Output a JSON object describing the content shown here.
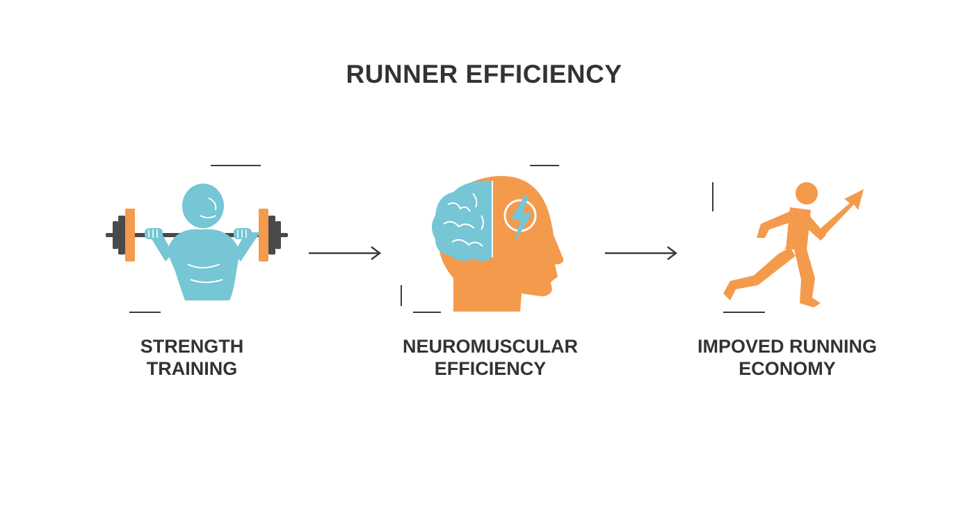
{
  "title": "RUNNER EFFICIENCY",
  "steps": [
    {
      "label_line1": "STRENGTH",
      "label_line2": "TRAINING",
      "icon": "weightlifter-icon",
      "color": "#76c6d5"
    },
    {
      "label_line1": "NEUROMUSCULAR",
      "label_line2": "EFFICIENCY",
      "icon": "brain-lightning-head-icon",
      "color": "#f49a4c"
    },
    {
      "label_line1": "IMPOVED RUNNING",
      "label_line2": "ECONOMY",
      "icon": "runner-arrow-up-icon",
      "color": "#f49a4c"
    }
  ],
  "colors": {
    "teal": "#76c6d5",
    "orange": "#f49a4c",
    "dark": "#333333",
    "plate_gray": "#4a4a4a"
  }
}
